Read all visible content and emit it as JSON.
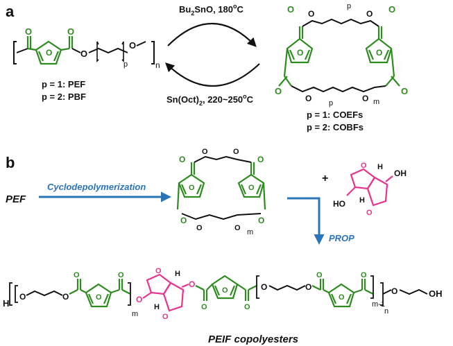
{
  "panel_a": {
    "label": "a",
    "forward_conditions": {
      "main": "Bu",
      "sub": "2",
      "rest": "SnO, 180",
      "deg": "o",
      "unit": "C"
    },
    "reverse_conditions": {
      "main": "Sn(Oct)",
      "sub": "2",
      "rest": ", 220~250",
      "deg": "o",
      "unit": "C"
    },
    "polymer": {
      "atom_o": "O",
      "sub_p": "p",
      "sub_n": "n"
    },
    "polymer_notes": [
      "p = 1: PEF",
      "p = 2: PBF"
    ],
    "cyclic": {
      "atom_o": "O",
      "sub_p": "p",
      "sub_m": "m"
    },
    "cyclic_notes": [
      "p = 1: COEFs",
      "p = 2: COBFs"
    ]
  },
  "panel_b": {
    "label": "b",
    "start": "PEF",
    "step1": "Cyclodepolymerization",
    "plus": "+",
    "step2": "PROP",
    "cyclic": {
      "atom_o": "O",
      "sub_m": "m"
    },
    "isosorbide": {
      "oh": "OH",
      "ho": "HO",
      "h": "H",
      "atom_o": "O"
    },
    "product": {
      "h_end": "H",
      "oh_end": "OH",
      "atom_o": "O",
      "h": "H",
      "sub_m": "m",
      "sub_m1": "m-1",
      "sub_n": "n",
      "name": "PEIF copolyesters"
    }
  },
  "colors": {
    "black": "#111111",
    "furan_green": "#2e8b1f",
    "isosorbide_pink": "#e8338f",
    "arrow_blue": "#2a74b8"
  }
}
